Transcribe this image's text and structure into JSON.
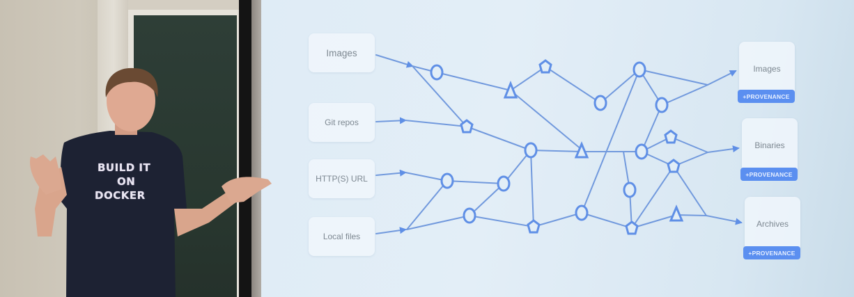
{
  "scene": {
    "description": "Presenter in front of projected slide showing build inputs flowing through a graph to outputs with provenance",
    "shirt_text": [
      "BUILD IT",
      "ON",
      "DOCKER"
    ]
  },
  "slide": {
    "accent_color": "#5b8ff0",
    "line_color": "#6f98dc",
    "inputs": [
      {
        "label": "Images"
      },
      {
        "label": "Git repos"
      },
      {
        "label": "HTTP(S) URL"
      },
      {
        "label": "Local files"
      }
    ],
    "outputs": [
      {
        "label": "Images",
        "badge": "+PROVENANCE"
      },
      {
        "label": "Binaries",
        "badge": "+PROVENANCE"
      },
      {
        "label": "Archives",
        "badge": "+PROVENANCE"
      }
    ],
    "node_shapes": [
      "circle",
      "triangle",
      "pentagon"
    ]
  }
}
